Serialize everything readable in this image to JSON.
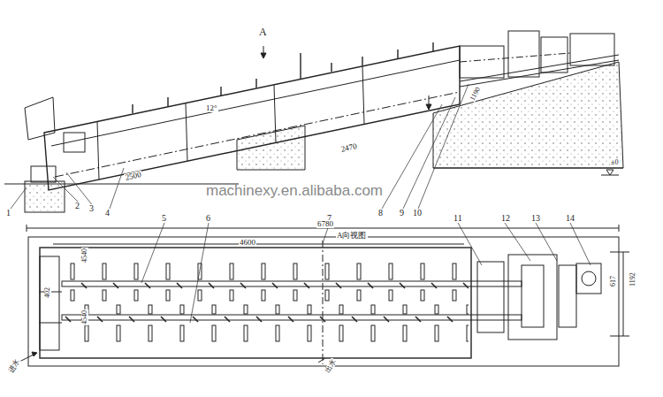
{
  "diagram": {
    "labels": [
      "A",
      "12°",
      "2470",
      "2500",
      "1190",
      "±0",
      "1",
      "2",
      "3",
      "4",
      "5",
      "6",
      "7",
      "8",
      "9",
      "10",
      "11",
      "12",
      "13",
      "14",
      "A向视图",
      "6780",
      "4600",
      "4540",
      "4540",
      "402",
      "617",
      "1192",
      "进水",
      "出水",
      "machinexy.en.alibaba.com"
    ]
  }
}
